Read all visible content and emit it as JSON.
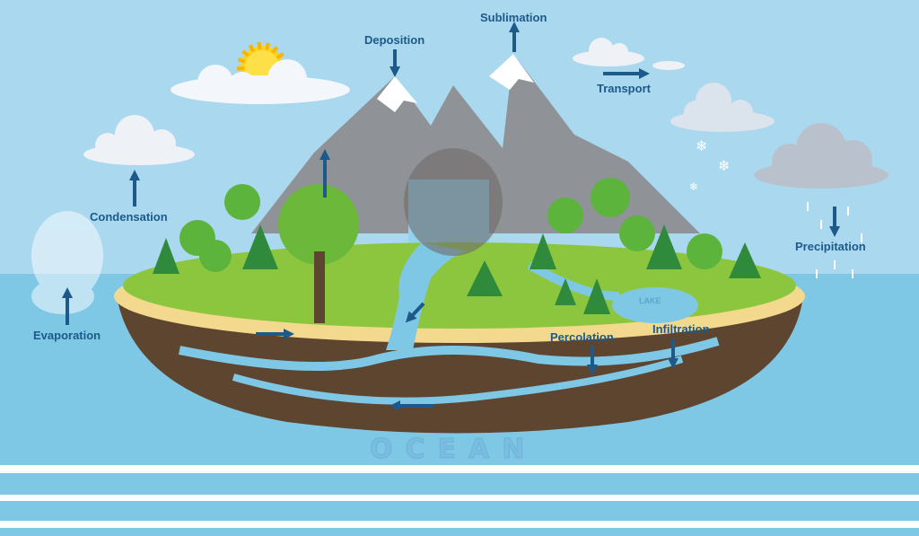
{
  "title": "Water Cycle",
  "labels": {
    "sublimation": "Sublimation",
    "deposition": "Deposition",
    "transport": "Transport",
    "condensation": "Condensation",
    "precipitation": "Precipitation",
    "evaporation": "Evaporation",
    "percolation": "Percolation",
    "infiltration": "Infiltration",
    "lake": "LAKE",
    "ocean": "OCEAN"
  },
  "colors": {
    "sky": "#a9d8ef",
    "ocean": "#7ec8e6",
    "label": "#1d5a8a",
    "grass": "#8cc63f",
    "soil": "#5e4530",
    "sand": "#f3d98e"
  }
}
